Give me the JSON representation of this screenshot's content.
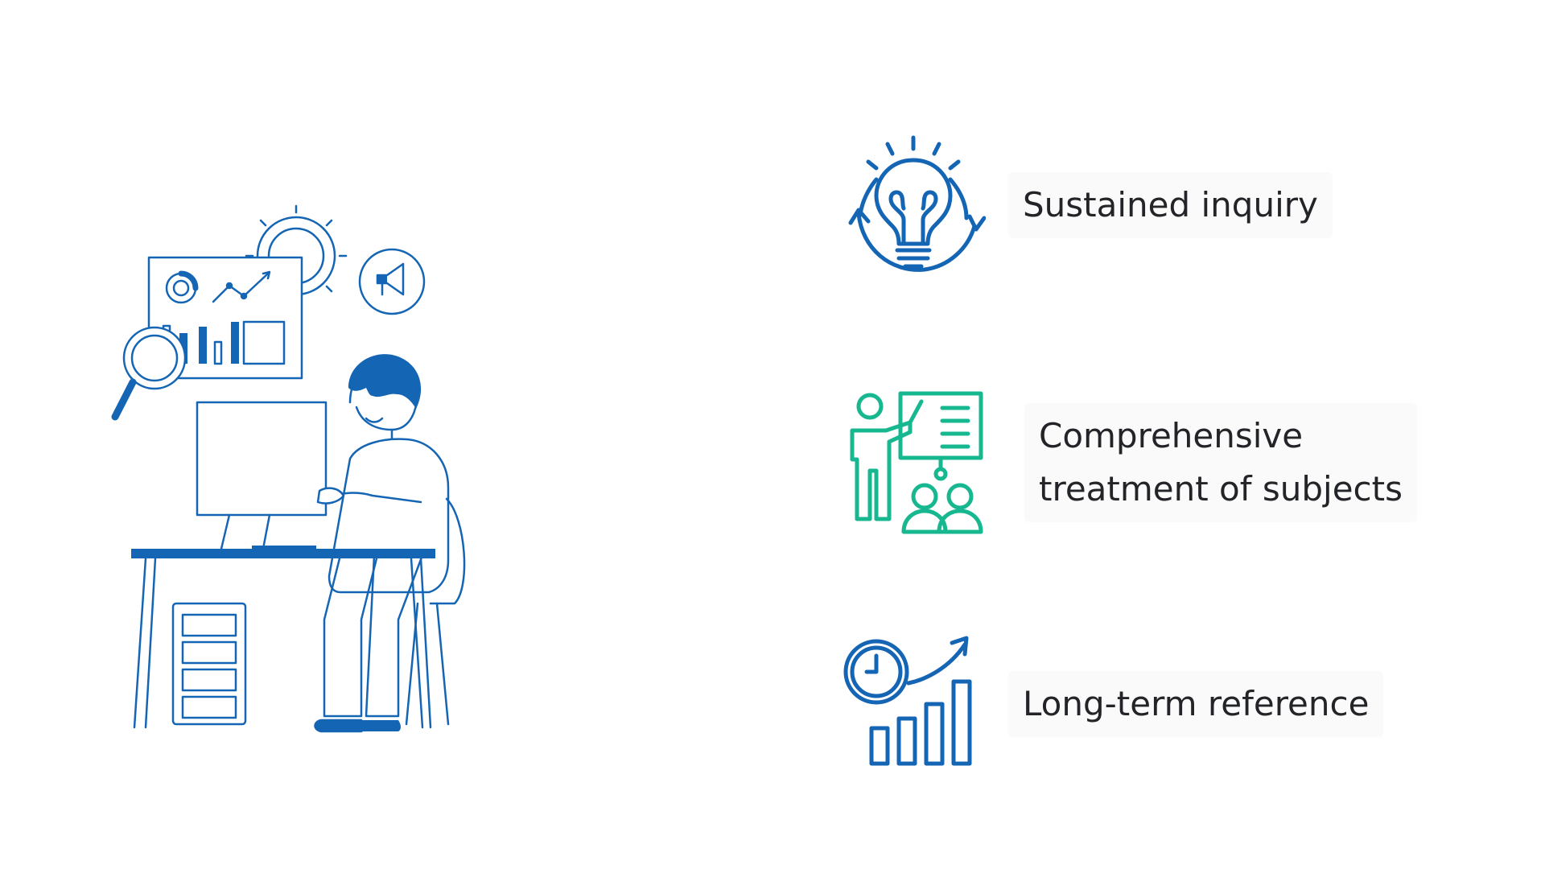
{
  "colors": {
    "primary_blue": "#1565b5",
    "accent_green": "#17b78f",
    "text": "#222428",
    "label_background": "#fafafa"
  },
  "illustration": {
    "subject": "person-working-at-computer-illustration"
  },
  "features": [
    {
      "icon": "lightbulb-cycle-icon",
      "label_lines": [
        "Sustained inquiry"
      ]
    },
    {
      "icon": "presenter-audience-icon",
      "label_lines": [
        "Comprehensive",
        "treatment of subjects"
      ]
    },
    {
      "icon": "clock-growth-chart-icon",
      "label_lines": [
        "Long-term reference"
      ]
    }
  ]
}
